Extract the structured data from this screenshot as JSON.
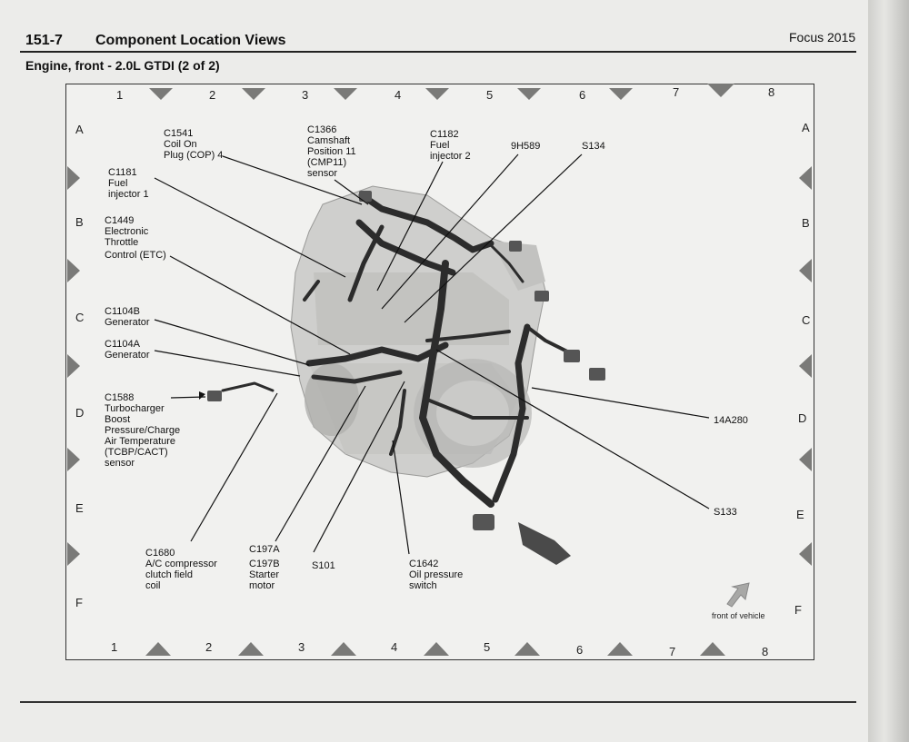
{
  "header": {
    "page_number": "151-7",
    "section_title": "Component Location Views",
    "document_title": "Focus 2015"
  },
  "subtitle": "Engine, front - 2.0L GTDI (2 of 2)",
  "grid": {
    "columns": [
      "1",
      "2",
      "3",
      "4",
      "5",
      "6",
      "7",
      "8"
    ],
    "rows": [
      "A",
      "B",
      "C",
      "D",
      "E",
      "F"
    ]
  },
  "callouts": {
    "c1541": [
      "C1541",
      "Coil On",
      "Plug (COP) 4"
    ],
    "c1366": [
      "C1366",
      "Camshaft",
      "Position 11",
      "(CMP11)",
      "sensor"
    ],
    "c1182": [
      "C1182",
      "Fuel",
      "injector 2"
    ],
    "h9h589": [
      "9H589"
    ],
    "s134": [
      "S134"
    ],
    "c1181": [
      "C1181",
      "Fuel",
      "injector 1"
    ],
    "c1449": [
      "C1449",
      "Electronic",
      "Throttle",
      "Control (ETC)"
    ],
    "c1104b": [
      "C1104B",
      "Generator"
    ],
    "c1104a": [
      "C1104A",
      "Generator"
    ],
    "c1588": [
      "C1588",
      "Turbocharger",
      "Boost",
      "Pressure/Charge",
      "Air Temperature",
      "(TCBP/CACT)",
      "sensor"
    ],
    "n14a280": [
      "14A280"
    ],
    "s133": [
      "S133"
    ],
    "c1680": [
      "C1680",
      "A/C compressor",
      "clutch field",
      "coil"
    ],
    "c197": [
      "C197A",
      "C197B",
      "Starter",
      "motor"
    ],
    "s101": [
      "S101"
    ],
    "c1642": [
      "C1642",
      "Oil pressure",
      "switch"
    ]
  },
  "front_of_vehicle": "front of vehicle"
}
